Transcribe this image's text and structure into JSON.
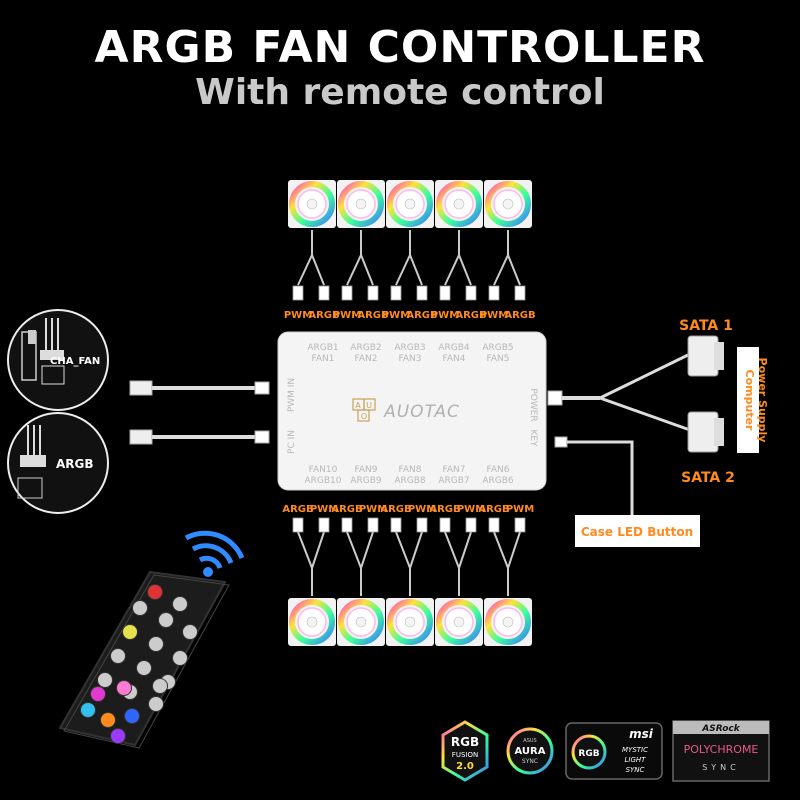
{
  "header": {
    "title": "ARGB FAN CONTROLLER",
    "subtitle": "With remote control"
  },
  "hub": {
    "brand": "AUOTAC",
    "logo_letters": [
      "A",
      "U",
      "O"
    ],
    "top_ports": [
      {
        "l1": "ARGB1",
        "l2": "FAN1"
      },
      {
        "l1": "ARGB2",
        "l2": "FAN2"
      },
      {
        "l1": "ARGB3",
        "l2": "FAN3"
      },
      {
        "l1": "ARGB4",
        "l2": "FAN4"
      },
      {
        "l1": "ARGB5",
        "l2": "FAN5"
      }
    ],
    "bottom_ports": [
      {
        "l1": "FAN10",
        "l2": "ARGB10"
      },
      {
        "l1": "FAN9",
        "l2": "ARGB9"
      },
      {
        "l1": "FAN8",
        "l2": "ARGB8"
      },
      {
        "l1": "FAN7",
        "l2": "ARGB7"
      },
      {
        "l1": "FAN6",
        "l2": "ARGB6"
      }
    ],
    "left_ports": [
      "PWM IN",
      "PC IN"
    ],
    "right_ports": [
      "POWER",
      "KEY"
    ]
  },
  "connectors": {
    "top_labels": [
      "PWM",
      "ARGB",
      "PWM",
      "ARGB",
      "PWM",
      "ARGB",
      "PWM",
      "ARGB",
      "PWM",
      "ARGB"
    ],
    "bottom_labels": [
      "ARGB",
      "PWM",
      "ARGB",
      "PWM",
      "ARGB",
      "PWM",
      "ARGB",
      "PWM",
      "ARGB",
      "PWM"
    ]
  },
  "callouts": {
    "sata1": "SATA 1",
    "sata2": "SATA 2",
    "power_supply_line1": "Computer",
    "power_supply_line2": "Power Supply",
    "case_led_button": "Case LED Button",
    "cha_fan": "CHA_FAN",
    "argb": "ARGB"
  },
  "badges": {
    "rgb_fusion": {
      "l1": "RGB",
      "l2": "FUSION",
      "l3": "2.0"
    },
    "aura": {
      "top": "ASUS",
      "main": "AURA",
      "sub": "SYNC"
    },
    "msi": {
      "logo": "msi",
      "rgb": "RGB",
      "l1": "MYSTIC",
      "l2": "LIGHT",
      "l3": "SYNC"
    },
    "asrock": {
      "brand": "ASRock",
      "main": "POLYCHROME",
      "sub": "SYNC"
    }
  },
  "colors": {
    "accent": "#ff8a1e",
    "background": "#000000",
    "hub": "#f4f4f4"
  }
}
